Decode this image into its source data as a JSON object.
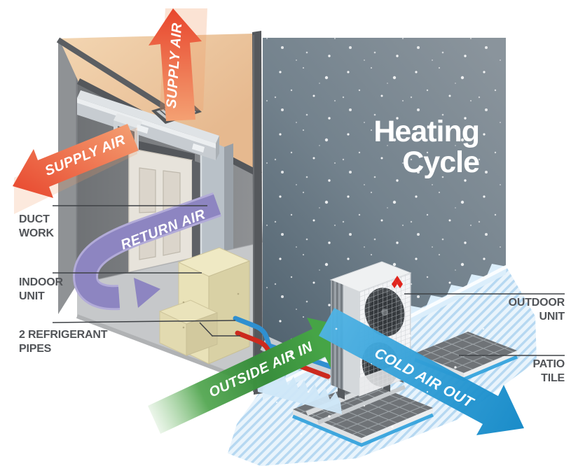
{
  "title": {
    "line1": "Heating",
    "line2": "Cycle"
  },
  "labels": {
    "duct_work": [
      "DUCT",
      "WORK"
    ],
    "indoor_unit": [
      "INDOOR",
      "UNIT"
    ],
    "refrigerant_pipes": [
      "2 REFRIGERANT",
      "PIPES"
    ],
    "outdoor_unit": [
      "OUTDOOR",
      "UNIT"
    ],
    "patio_tile": [
      "PATIO",
      "TILE"
    ]
  },
  "arrows": {
    "supply_air_up": "SUPPLY AIR",
    "supply_air_left": "SUPPLY AIR",
    "return_air": "RETURN AIR",
    "outside_air_in": "OUTSIDE AIR IN",
    "cold_air_out": "COLD AIR OUT"
  },
  "colors": {
    "supply_red": "#e8462d",
    "return_purple": "#8d85c1",
    "return_purple_light": "#b2abd8",
    "outside_green": "#3f9c3b",
    "cold_blue": "#1b93d0",
    "tile_edge_blue": "#2da0dc",
    "refrigerant_blue": "#2f8fd0",
    "refrigerant_red": "#cc2a1e",
    "sky_blue_gray": "#73828d",
    "label_gray": "#515458",
    "title_white": "#ffffff"
  }
}
